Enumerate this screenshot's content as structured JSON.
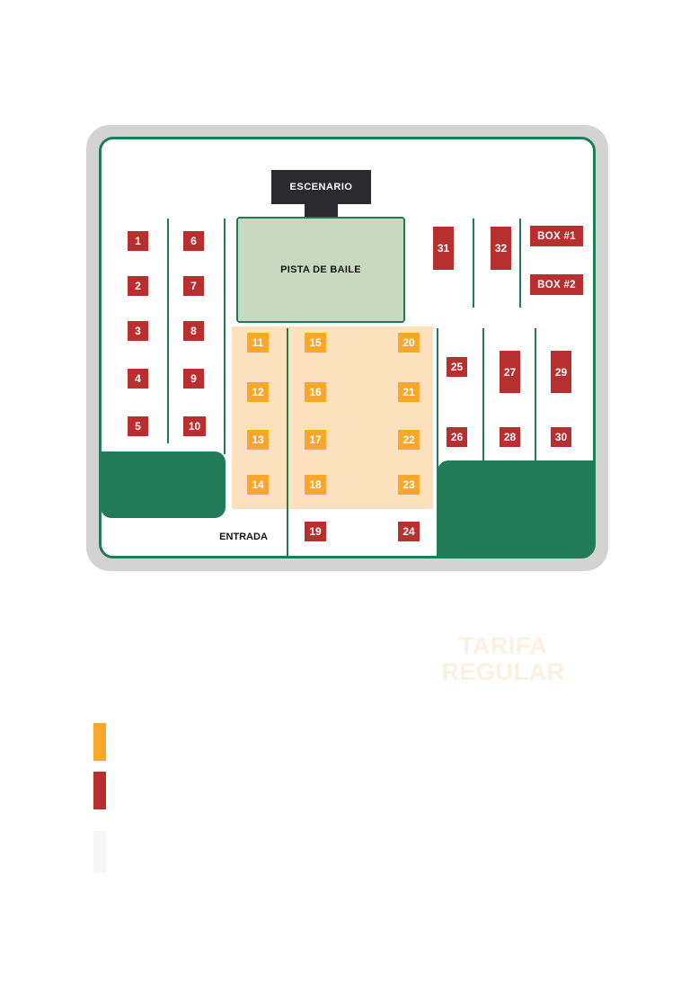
{
  "map": {
    "stage_label": "ESCENARIO",
    "dance_floor_label": "PISTA DE BAILE",
    "entrance_label": "ENTRADA",
    "colors": {
      "frame": "#217a58",
      "red_table": "#b82f2f",
      "orange_table": "#f9a72b",
      "zone": "#fde1bf",
      "dance": "#c7dac1"
    },
    "tables": [
      {
        "label": "1",
        "type": "red"
      },
      {
        "label": "2",
        "type": "red"
      },
      {
        "label": "3",
        "type": "red"
      },
      {
        "label": "4",
        "type": "red"
      },
      {
        "label": "5",
        "type": "red"
      },
      {
        "label": "6",
        "type": "red"
      },
      {
        "label": "7",
        "type": "red"
      },
      {
        "label": "8",
        "type": "red"
      },
      {
        "label": "9",
        "type": "red"
      },
      {
        "label": "10",
        "type": "red"
      },
      {
        "label": "11",
        "type": "orange"
      },
      {
        "label": "12",
        "type": "orange"
      },
      {
        "label": "13",
        "type": "orange"
      },
      {
        "label": "14",
        "type": "orange"
      },
      {
        "label": "15",
        "type": "orange"
      },
      {
        "label": "16",
        "type": "orange"
      },
      {
        "label": "17",
        "type": "orange"
      },
      {
        "label": "18",
        "type": "orange"
      },
      {
        "label": "19",
        "type": "red"
      },
      {
        "label": "20",
        "type": "orange"
      },
      {
        "label": "21",
        "type": "orange"
      },
      {
        "label": "22",
        "type": "orange"
      },
      {
        "label": "23",
        "type": "orange"
      },
      {
        "label": "24",
        "type": "red"
      },
      {
        "label": "25",
        "type": "red"
      },
      {
        "label": "26",
        "type": "red"
      },
      {
        "label": "27",
        "type": "red"
      },
      {
        "label": "28",
        "type": "red"
      },
      {
        "label": "29",
        "type": "red"
      },
      {
        "label": "30",
        "type": "red"
      },
      {
        "label": "31",
        "type": "red"
      },
      {
        "label": "32",
        "type": "red"
      },
      {
        "label": "BOX #1",
        "type": "red"
      },
      {
        "label": "BOX #2",
        "type": "red"
      }
    ]
  },
  "pricing": {
    "title_line1": "TARIFA",
    "title_line2": "REGULAR"
  },
  "legend": [
    {
      "color": "#f9a72b"
    },
    {
      "color": "#b82f2f"
    },
    {
      "color": "#f7f7f7"
    }
  ]
}
